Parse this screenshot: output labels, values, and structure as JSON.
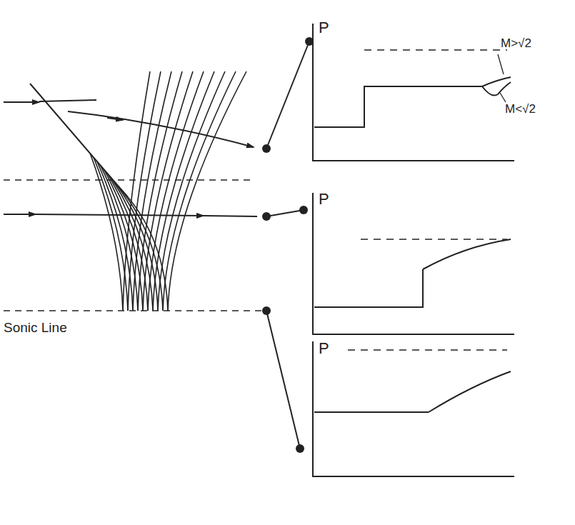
{
  "diagram": {
    "labels": [
      "P",
      "M>√2",
      "M<√2",
      "P",
      "P",
      "Sonic Line"
    ]
  }
}
